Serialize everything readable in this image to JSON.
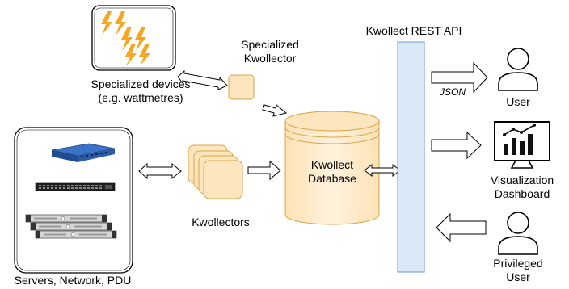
{
  "specialized_devices": {
    "line1": "Specialized devices",
    "line2": "(e.g. wattmetres)"
  },
  "specialized_kwollector": {
    "line1": "Specialized",
    "line2": "Kwollector"
  },
  "kwollectors": {
    "label": "Kwollectors"
  },
  "database": {
    "line1": "Kwollect",
    "line2": "Database"
  },
  "rest_api": {
    "label": "Kwollect REST API"
  },
  "json_label": "JSON",
  "servers": {
    "label": "Servers, Network, PDU"
  },
  "user": {
    "label": "User"
  },
  "visualization": {
    "line1": "Visualization",
    "line2": "Dashboard"
  },
  "privileged_user": {
    "line1": "Privileged",
    "line2": "User"
  },
  "colors": {
    "orange_fill": "#fde5bd",
    "orange_stroke": "#d9a54a",
    "api_fill": "#dbe8f8",
    "api_stroke": "#7ea6d8",
    "lightning": "#f5a623"
  }
}
